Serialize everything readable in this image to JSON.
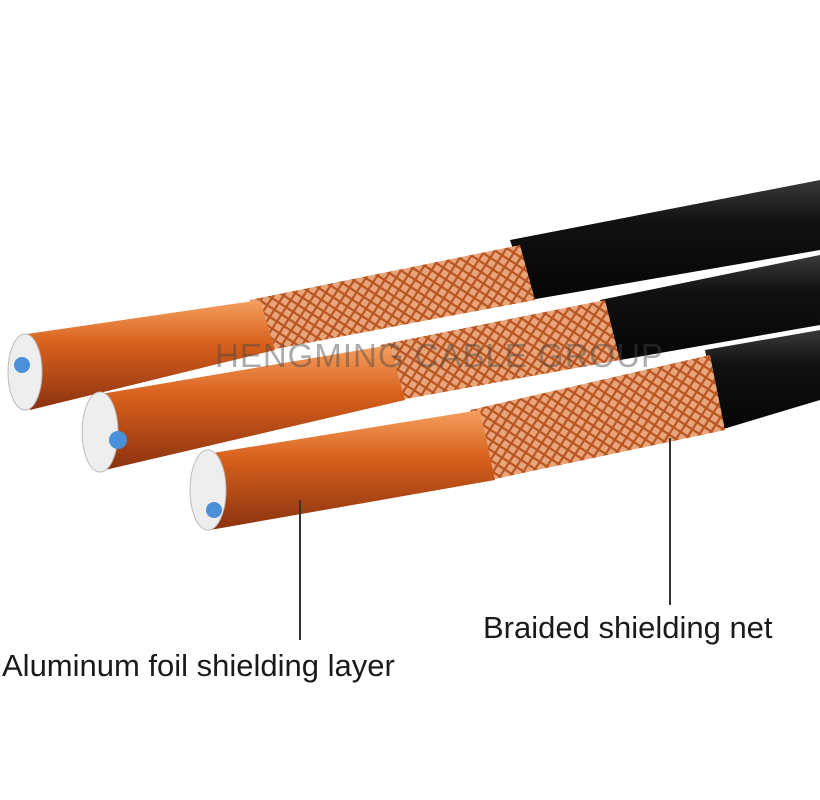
{
  "labels": {
    "foil": "Aluminum foil shielding layer",
    "braid": "Braided shielding net"
  },
  "watermark": "HENGMING CABLE GROUP",
  "colors": {
    "jacket": "#141414",
    "copper": "#d9692a",
    "braid": "#e59a6a",
    "core_blue": "#4a8fd8"
  }
}
